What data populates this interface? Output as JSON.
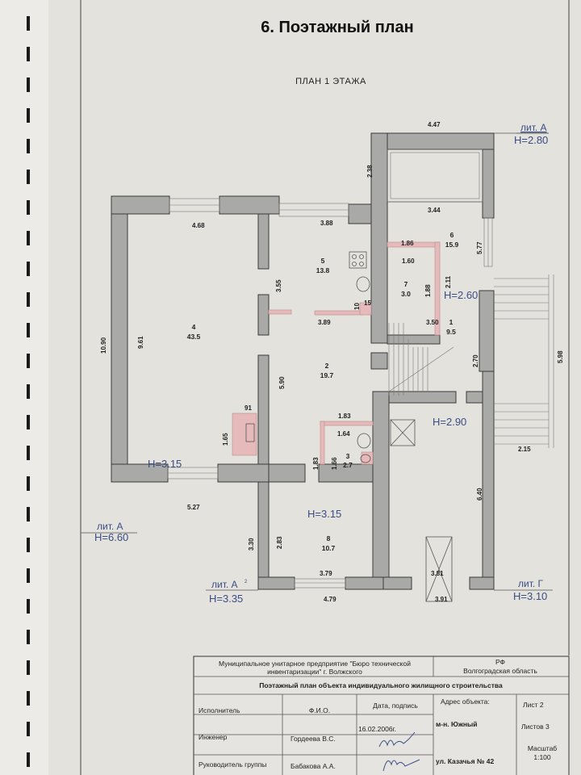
{
  "title": "6. Поэтажный план",
  "subtitle": "ПЛАН 1 ЭТАЖА",
  "rooms": [
    {
      "number": "1",
      "area": "9.5"
    },
    {
      "number": "2",
      "area": "19.7"
    },
    {
      "number": "3",
      "area": "2.7"
    },
    {
      "number": "4",
      "area": "43.5"
    },
    {
      "number": "5",
      "area": "13.8"
    },
    {
      "number": "6",
      "area": "15.9"
    },
    {
      "number": "7",
      "area": "3.0"
    },
    {
      "number": "8",
      "area": "10.7"
    }
  ],
  "dimensions": {
    "d447": "4.47",
    "d238": "2.38",
    "d344": "3.44",
    "d577": "5.77",
    "d468": "4.68",
    "d388": "3.88",
    "d355": "3.55",
    "d186": "1.86",
    "d160": "1.60",
    "d211": "2.11",
    "d188": "1.88",
    "d1090": "10.90",
    "d961": "9.61",
    "d389": "3.89",
    "d350": "3.50",
    "d10": "10",
    "d15": "15",
    "d270": "2.70",
    "d598": "5.98",
    "d590": "5.90",
    "d91": "91",
    "d165": "1.65",
    "d183a": "1.83",
    "d164": "1.64",
    "d183b": "1.83",
    "d166": "1.66",
    "d215": "2.15",
    "d640": "6.40",
    "d527": "5.27",
    "d330": "3.30",
    "d283": "2.83",
    "d379": "3.79",
    "d381": "3.81",
    "d479": "4.79",
    "d391": "3.91"
  },
  "heights": {
    "h280": "H=2.80",
    "h260": "H=2.60",
    "h290": "H=2.90",
    "h315a": "H=3.15",
    "h315b": "H=3.15",
    "h660": "H=6.60",
    "h335": "H=3.35",
    "h310": "H=3.10"
  },
  "liters": {
    "a_top": "лит. А",
    "a_left": "лит. А",
    "a2": "лит. А",
    "a2_sup": "2",
    "g": "лит. Г"
  },
  "title_block": {
    "org": "Муниципальное унитарное предприятие \"Бюро технической",
    "org2": "инвентаризации\" г. Волжского",
    "country": "РФ",
    "region": "Волгоградская область",
    "doc_title": "Поэтажный план объекта индивидуального  жилищного строительства",
    "col_role": "Исполнитель",
    "col_name": "Ф.И.О.",
    "col_date": "Дата, подпись",
    "address_label": "Адрес объекта:",
    "address_1": "м-н. Южный",
    "address_2": "ул. Казачья № 42",
    "sheet": "Лист  2",
    "sheets": "Листов  3",
    "scale_label": "Масштаб",
    "scale": "1:100",
    "role_1": "Инженер",
    "name_1": "Гордеева В.С.",
    "date_1": "16.02.2006г.",
    "role_2": "Руководитель группы",
    "name_2": "Бабакова А.А."
  }
}
